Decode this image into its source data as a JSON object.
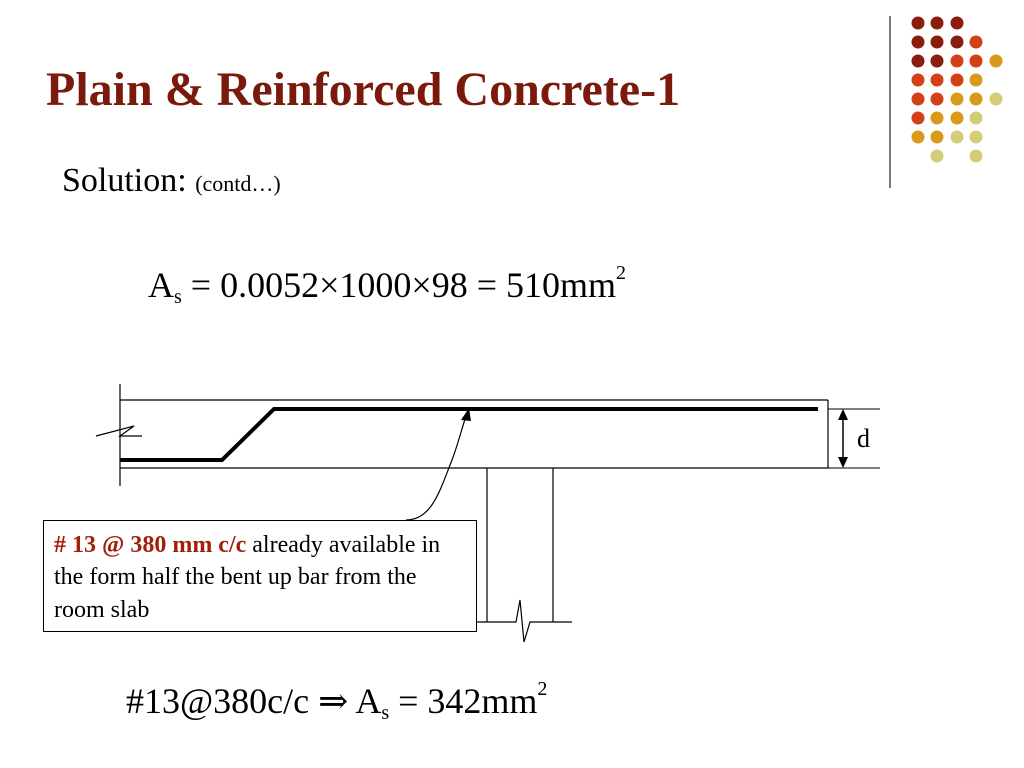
{
  "slide": {
    "title": "Plain & Reinforced Concrete-1",
    "subtitle_main": "Solution:",
    "subtitle_small": "(contd…)"
  },
  "equation1": {
    "lhs_symbol": "A",
    "lhs_subscript": "s",
    "expression": " = 0.0052×1000×98 = 510mm",
    "superscript": "2"
  },
  "equation2": {
    "bar_spec": "#13@380c/c",
    "arrow": " ⇒ ",
    "lhs_symbol": "A",
    "lhs_subscript": "s",
    "expression": " = 342mm",
    "superscript": "2"
  },
  "diagram": {
    "depth_label": "d",
    "callout_highlight": "# 13 @ 380 mm c/c",
    "callout_text": " already available in the form half the bent up bar from the room slab"
  },
  "theme": {
    "title_color": "#7a1a0c",
    "highlight_color": "#a0200c",
    "dot_colors": [
      "#8b1d0e",
      "#d2401a",
      "#d89a18",
      "#d4cc78"
    ]
  }
}
